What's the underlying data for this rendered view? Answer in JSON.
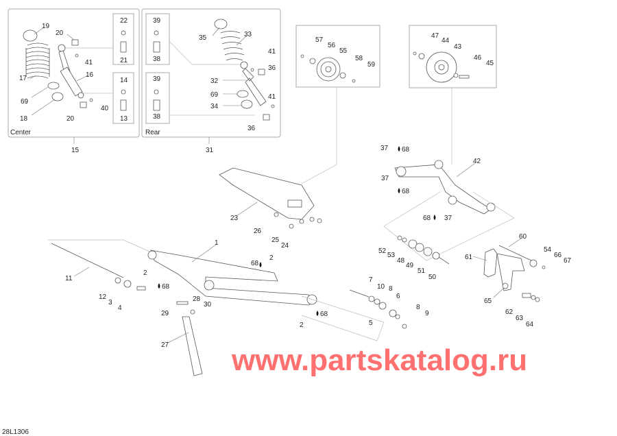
{
  "diagram_code": "28L1306",
  "watermark": "www.partskatalog.ru",
  "lubricant_icon": "drop-icon",
  "groups": {
    "center": {
      "title": "Center",
      "ref": "15"
    },
    "rear": {
      "title": "Rear",
      "ref": "31"
    }
  },
  "labels": {
    "c19": "19",
    "c20a": "20",
    "c22": "22",
    "c41": "41",
    "c21": "21",
    "c16": "16",
    "c17": "17",
    "c14": "14",
    "c69": "69",
    "c40": "40",
    "c18": "18",
    "c20b": "20",
    "c13": "13",
    "r39a": "39",
    "r35": "35",
    "r33": "33",
    "r38a": "38",
    "r41a": "41",
    "r36a": "36",
    "r32": "32",
    "r39b": "39",
    "r41b": "41",
    "r69": "69",
    "r34": "34",
    "r38b": "38",
    "r36b": "36",
    "p57": "57",
    "p56": "56",
    "p55": "55",
    "p58": "58",
    "p59": "59",
    "q47": "47",
    "q44": "44",
    "q43": "43",
    "q46": "46",
    "q45": "45",
    "a37a": "37",
    "a68a": "68",
    "a42": "42",
    "a37b": "37",
    "a68b": "68",
    "a68c": "68",
    "a37c": "37",
    "f23": "23",
    "f26": "26",
    "f25": "25",
    "f24": "24",
    "s1": "1",
    "s68a": "68",
    "s2a": "2",
    "s11": "11",
    "s2b": "2",
    "s68b": "68",
    "s12": "12",
    "s3": "3",
    "s4": "4",
    "s28": "28",
    "s30": "30",
    "s29": "29",
    "s27": "27",
    "b52": "52",
    "b53": "53",
    "b48": "48",
    "b49": "49",
    "b51": "51",
    "b50": "50",
    "k60": "60",
    "k54": "54",
    "k66": "66",
    "k67": "67",
    "k61": "61",
    "k65": "65",
    "k62": "62",
    "k63": "63",
    "k64": "64",
    "m7": "7",
    "m10": "10",
    "m8a": "8",
    "m6": "6",
    "m8b": "8",
    "m9": "9",
    "m5": "5",
    "m2": "2",
    "m68": "68"
  }
}
